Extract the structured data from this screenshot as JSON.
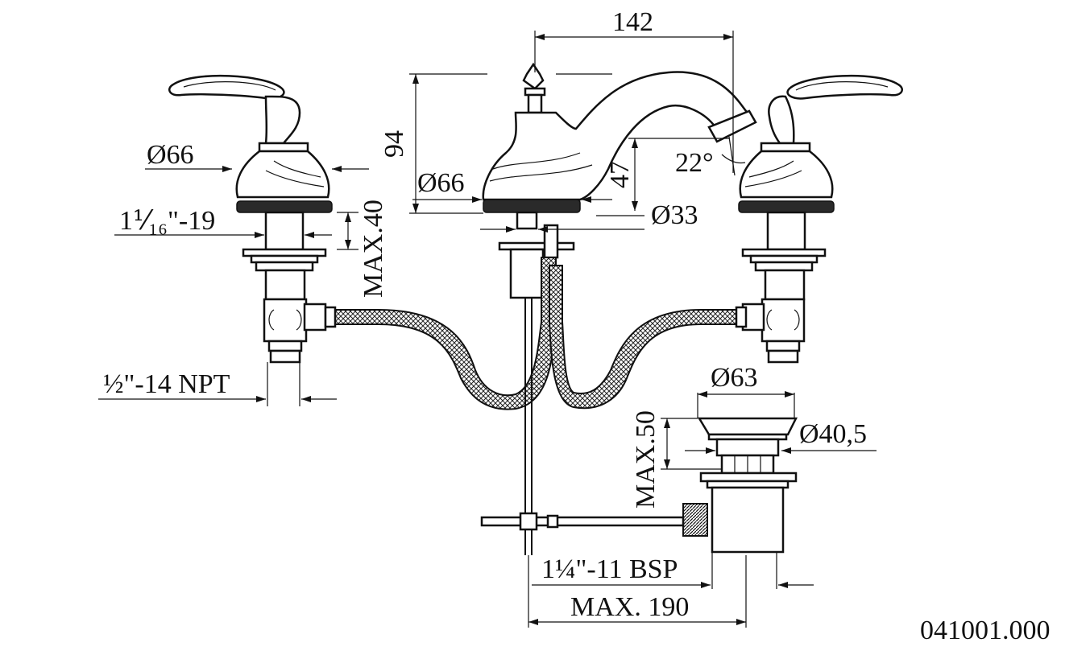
{
  "drawing": {
    "code": "041001.000",
    "dimensions": {
      "spout_reach": "142",
      "spout_height": "94",
      "spout_outlet_height": "47",
      "spout_angle": "22°",
      "handle_base_dia": "Ø66",
      "spout_base_dia": "Ø66",
      "spout_shank_dia": "Ø33",
      "handle_thread": "1⅟₁₆\"-19",
      "max_deck": "MAX.40",
      "supply_thread": "½\"-14 NPT",
      "drain_flange_dia": "Ø63",
      "drain_body_dia": "Ø40,5",
      "drain_max": "MAX.50",
      "drain_thread": "1¼\"-11 BSP",
      "drain_max_length": "MAX. 190"
    }
  },
  "colors": {
    "line": "#111111",
    "background": "#ffffff",
    "base_band": "#2a2a2a"
  }
}
